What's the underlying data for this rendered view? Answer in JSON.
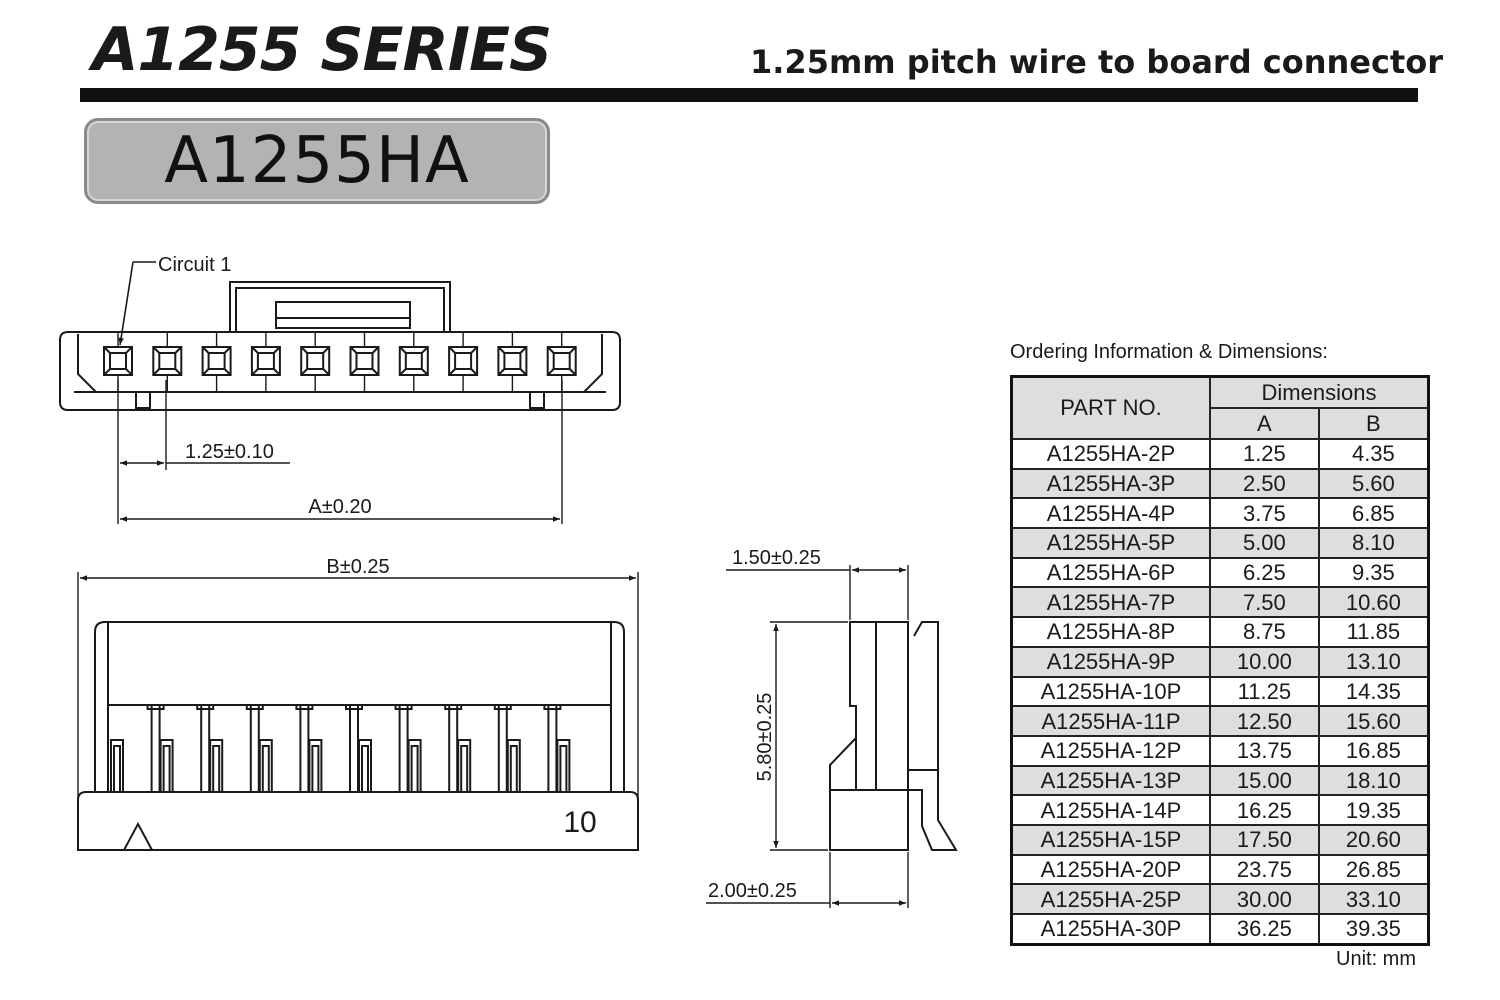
{
  "header": {
    "series_title": "A1255 SERIES",
    "subtitle": "1.25mm pitch wire to board connector"
  },
  "model": "A1255HA",
  "drawing": {
    "circuit_label": "Circuit 1",
    "pitch_dim": "1.25±0.10",
    "a_dim": "A±0.20",
    "b_dim": "B±0.25",
    "circuit_count": "10",
    "side_top_dim": "1.50±0.25",
    "height_dim": "5.80±0.25",
    "side_bottom_dim": "2.00±0.25"
  },
  "table": {
    "caption": "Ordering Information & Dimensions:",
    "headers": {
      "part": "PART NO.",
      "dimensions": "Dimensions",
      "a": "A",
      "b": "B"
    },
    "rows": [
      {
        "part": "A1255HA-2P",
        "a": "1.25",
        "b": "4.35"
      },
      {
        "part": "A1255HA-3P",
        "a": "2.50",
        "b": "5.60"
      },
      {
        "part": "A1255HA-4P",
        "a": "3.75",
        "b": "6.85"
      },
      {
        "part": "A1255HA-5P",
        "a": "5.00",
        "b": "8.10"
      },
      {
        "part": "A1255HA-6P",
        "a": "6.25",
        "b": "9.35"
      },
      {
        "part": "A1255HA-7P",
        "a": "7.50",
        "b": "10.60"
      },
      {
        "part": "A1255HA-8P",
        "a": "8.75",
        "b": "11.85"
      },
      {
        "part": "A1255HA-9P",
        "a": "10.00",
        "b": "13.10"
      },
      {
        "part": "A1255HA-10P",
        "a": "11.25",
        "b": "14.35"
      },
      {
        "part": "A1255HA-11P",
        "a": "12.50",
        "b": "15.60"
      },
      {
        "part": "A1255HA-12P",
        "a": "13.75",
        "b": "16.85"
      },
      {
        "part": "A1255HA-13P",
        "a": "15.00",
        "b": "18.10"
      },
      {
        "part": "A1255HA-14P",
        "a": "16.25",
        "b": "19.35"
      },
      {
        "part": "A1255HA-15P",
        "a": "17.50",
        "b": "20.60"
      },
      {
        "part": "A1255HA-20P",
        "a": "23.75",
        "b": "26.85"
      },
      {
        "part": "A1255HA-25P",
        "a": "30.00",
        "b": "33.10"
      },
      {
        "part": "A1255HA-30P",
        "a": "36.25",
        "b": "39.35"
      }
    ],
    "unit": "Unit: mm"
  }
}
